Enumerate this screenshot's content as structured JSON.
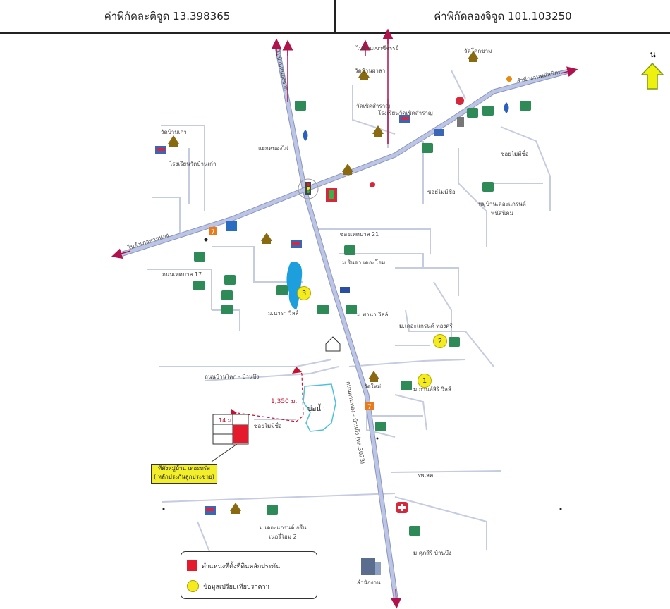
{
  "header": {
    "latitude_label": "ค่าพิกัดละติจูด 13.398365",
    "longitude_label": "ค่าพิกัดลองจิจูด 101.103250"
  },
  "north_label": "น",
  "legend": {
    "land_label": "ตำแหน่งที่ตั้งที่ดินหลักประกัน",
    "compare_label": "ข้อมูลเปรียบเทียบราคาฯ"
  },
  "callout": {
    "line1": "ที่ตั้งหมู่บ้าน เดอะทรัส",
    "line2": "( หลักประกันลูกประชาย)"
  },
  "distance_label": "1,350 ม.",
  "plot_width_label": "14 ม.",
  "pond_label": "บ่อน้ำ",
  "comparables": [
    "1",
    "2",
    "3"
  ],
  "colors": {
    "road_main": "#b9c2df",
    "road_edge": "#8a95c2",
    "road_minor": "#c5cbe0",
    "arrow": "#b0124b",
    "marker_red": "#e31b2c",
    "marker_yellow": "#f4ec1e",
    "water": "#1c9fdc",
    "pond_outline": "#4fc0dc",
    "route_dash": "#c8102e"
  },
  "icons": [
    "temple-icon",
    "school-icon",
    "village-icon",
    "gas-station-icon",
    "traffic-light-icon",
    "hospital-icon",
    "convenience-store-icon",
    "house-icon",
    "office-building-icon",
    "north-arrow-icon"
  ],
  "labels": {
    "road_north": "ไปบ้านหนองชาก",
    "road_ne_top": "ไปบ้านเขาชีจรรย์",
    "road_ne": "สำนักงานพนัสนิคม",
    "road_w": "ไปอำเภอพานทอง",
    "road_south": "ถนนพานทอง - บ้านบึง (ทล.3023)",
    "crossroad": "แยกหนองไผ่",
    "wat_top": "วัดโคกขาม",
    "wat2": "วัดบ้านผาลา",
    "wat3": "วัดเชิดสำราญ",
    "wat_left": "วัดบ้านเก่า",
    "school_left": "โรงเรียนวัดบ้านเก่า",
    "school_mid": "โรงเรียนวัดเชิดสำราญ",
    "soi_mai_mi_chue_1": "ซอยไม่มีชื่อ",
    "soi_mai_mi_chue_2": "ซอยไม่มีชื่อ",
    "village_right": "หมู่บ้านเดอะแกรนด์ พนัสนิคม",
    "road_e17": "ถนนเทศบาล 17",
    "soi_21": "ซอยเทศบาล 21",
    "village_mid": "ม.รินดา เดอะโฮม",
    "village_nara": "ม.นารา วิลล์",
    "village_pana": "ม.พานา วิลล์",
    "village_grand": "ม.เดอะแกรนด์ ทองศรี",
    "village_first": "ม.กานต์สิริ วิลล์",
    "wat_bottom": "วัดใหม่",
    "village_green": "ม.เดอะแกรนด์ กรีนเนอรี่โฮม 2",
    "road_bottom": "ถนนบ้านโคก - บ้านบึง",
    "soi_bottom": "ซอยไม่มีชื่อ",
    "hospital_area": "รพ.สต.",
    "village_bottom": "ม.ศุภสิริ บ้านบึง",
    "office": "สำนักงาน"
  }
}
